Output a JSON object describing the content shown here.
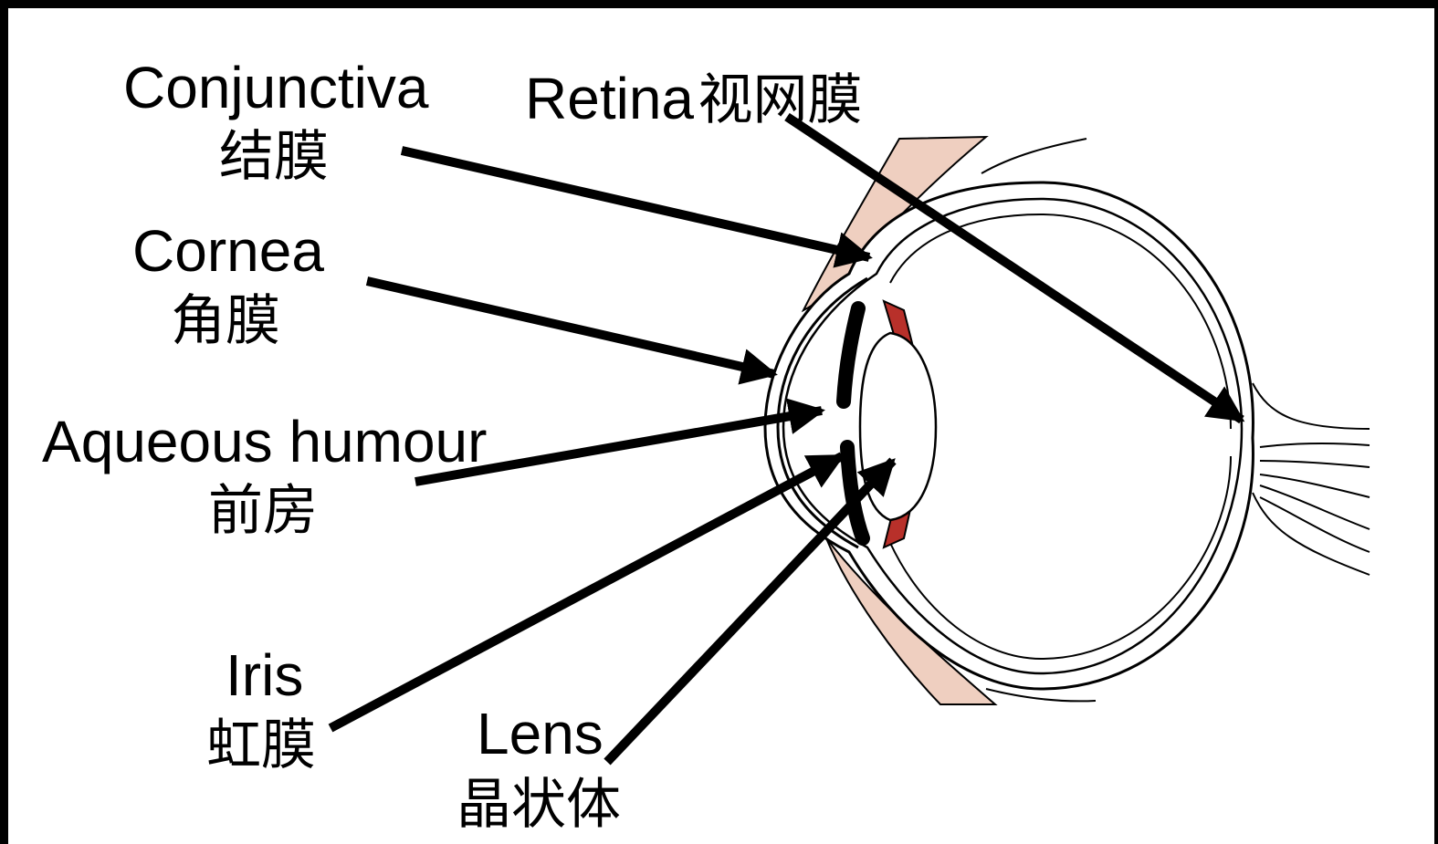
{
  "labels": {
    "conjunctiva": {
      "en": "Conjunctiva",
      "zh": "结膜"
    },
    "cornea": {
      "en": "Cornea",
      "zh": "角膜"
    },
    "aqueous": {
      "en": "Aqueous humour",
      "zh": "前房"
    },
    "iris": {
      "en": "Iris",
      "zh": "虹膜"
    },
    "lens": {
      "en": "Lens",
      "zh": "晶状体"
    },
    "retina": {
      "en": "Retina",
      "zh": "视网膜"
    }
  },
  "colors": {
    "eyelid": "#efcfc0",
    "ciliary": "#b8302a",
    "stroke": "#000000"
  }
}
